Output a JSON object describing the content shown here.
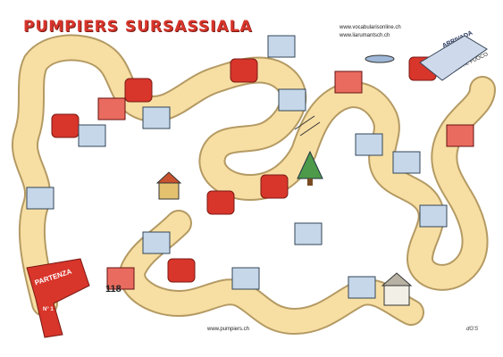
{
  "title": "PUMPIERS SURSASSIALA",
  "urls": {
    "top1": "www.vocabularisonline.ch",
    "top2": "www.liarumantsch.ch",
    "bottom": "www.pumpiers.ch"
  },
  "finish": {
    "label": "ARRIVADA",
    "note": "SPEZZA IL FUOCO"
  },
  "start": {
    "label": "PARTENZA",
    "number": "N° 1"
  },
  "emergency_number": "118",
  "signature": "dG'S",
  "colors": {
    "path_fill": "#f7dfa4",
    "path_stroke": "#b49a63",
    "red_joint": "#d8352b",
    "blue_card": "#c6d7ea",
    "red_card": "#e96b5f"
  },
  "board_icons": [
    "fire-truck-icon",
    "ladder-icon",
    "fire-extinguisher-icon",
    "hydrant-icon",
    "house-fire-icon",
    "christmas-tree-icon",
    "firefighter-icon",
    "ironing-board-icon",
    "candles-icon",
    "smoke-detector-icon",
    "gas-bottle-icon",
    "first-aid-icon"
  ]
}
